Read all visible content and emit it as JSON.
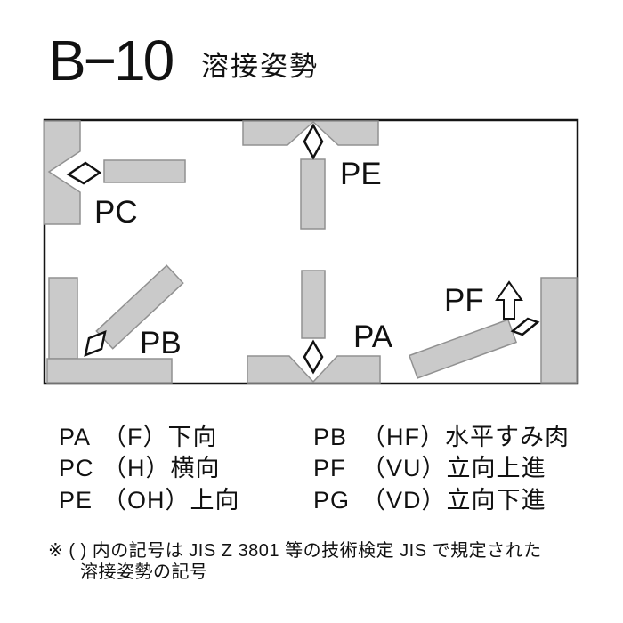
{
  "header": {
    "code": "B−10",
    "title": "溶接姿勢"
  },
  "diagram": {
    "labels": {
      "pc": "PC",
      "pe": "PE",
      "pb": "PB",
      "pa": "PA",
      "pf": "PF"
    },
    "icons": {
      "electrode_marker": "white-diamond",
      "pf_direction": "hollow-up-arrow"
    },
    "colors": {
      "plate_fill": "#cacaca",
      "plate_stroke": "#919191",
      "box_border": "#141414",
      "marker_fill": "#ffffff",
      "marker_stroke": "#111111"
    }
  },
  "legend": {
    "rows_left": [
      {
        "code": "PA",
        "jis": "（F）",
        "name": "下向"
      },
      {
        "code": "PC",
        "jis": "（H）",
        "name": "横向"
      },
      {
        "code": "PE",
        "jis": "（OH）",
        "name": "上向"
      }
    ],
    "rows_right": [
      {
        "code": "PB",
        "jis": "（HF）",
        "name": "水平すみ肉"
      },
      {
        "code": "PF",
        "jis": "（VU）",
        "name": "立向上進"
      },
      {
        "code": "PG",
        "jis": "（VD）",
        "name": "立向下進"
      }
    ]
  },
  "footnote": {
    "line1": "※ ( ) 内の記号は JIS Z 3801 等の技術検定 JIS で規定された",
    "line2": "溶接姿勢の記号"
  }
}
